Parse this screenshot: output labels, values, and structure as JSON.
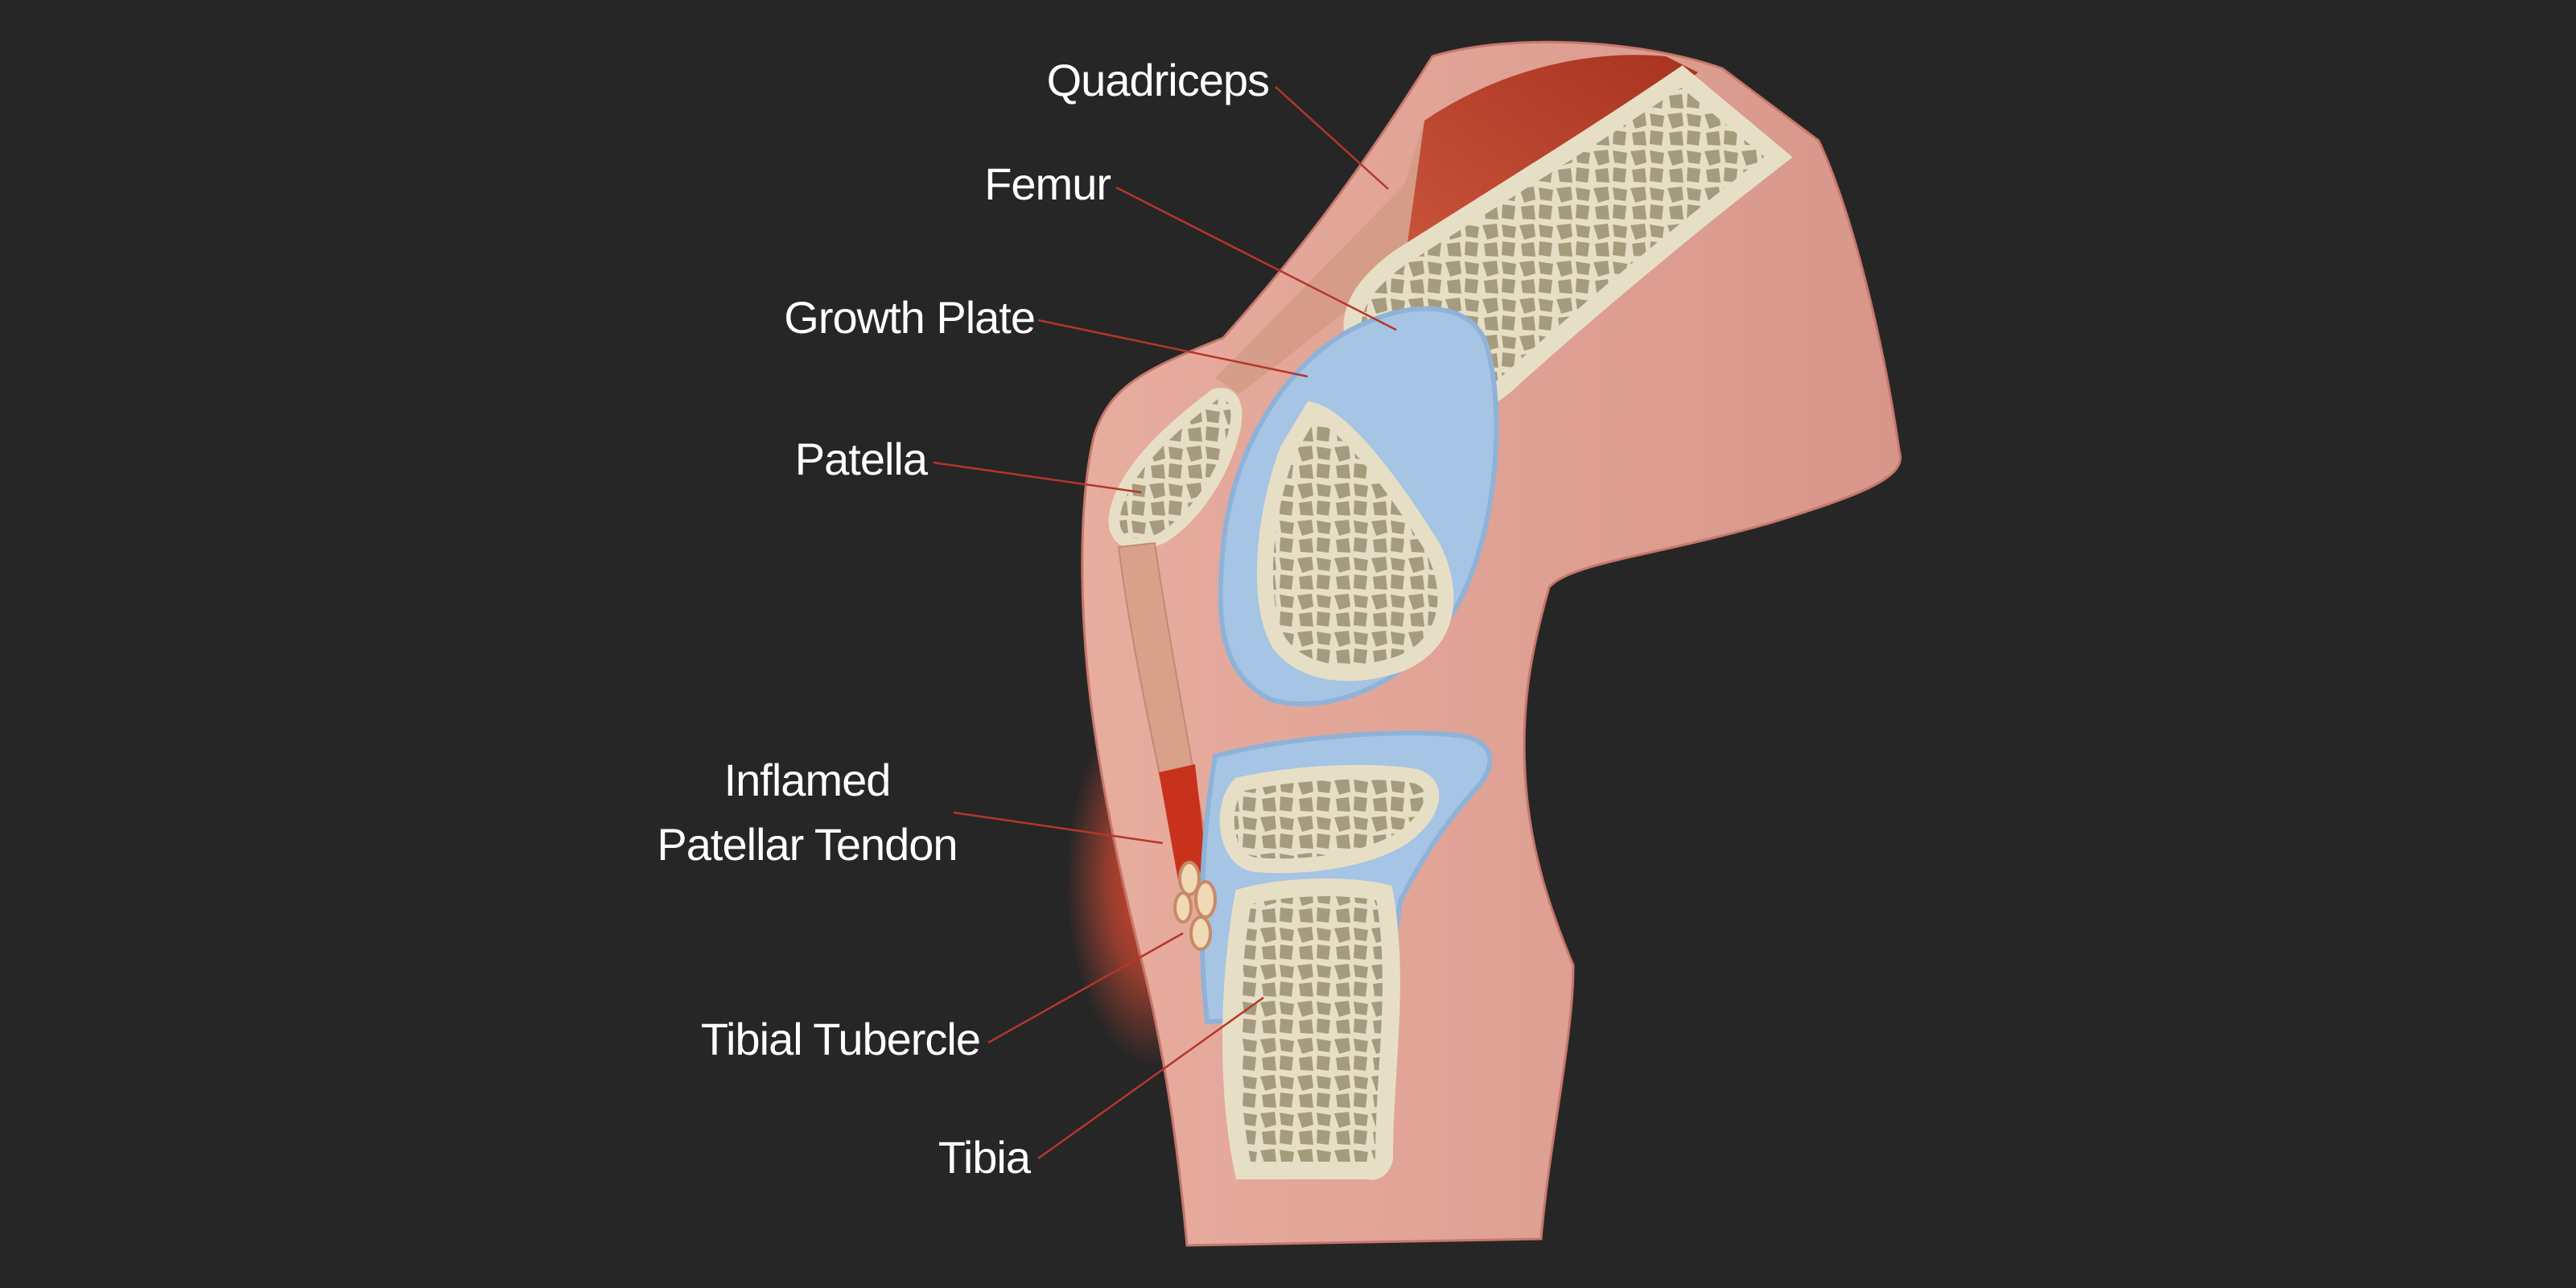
{
  "diagram": {
    "labels": {
      "quadriceps": "Quadriceps",
      "femur": "Femur",
      "growth_plate": "Growth Plate",
      "patella": "Patella",
      "inflamed_line1": "Inflamed",
      "inflamed_line2": "Patellar Tendon",
      "tibial_tubercle": "Tibial Tubercle",
      "tibia": "Tibia"
    },
    "colors": {
      "background": "#262626",
      "skin": "#dd9a8f",
      "muscle": "#b13b26",
      "tendon": "#d9a08a",
      "bone": "#e3dcc1",
      "cartilage": "#a6c4e3",
      "inflammation": "#e8432a",
      "label_text": "#ffffff",
      "leader_line": "#b5362a"
    }
  }
}
